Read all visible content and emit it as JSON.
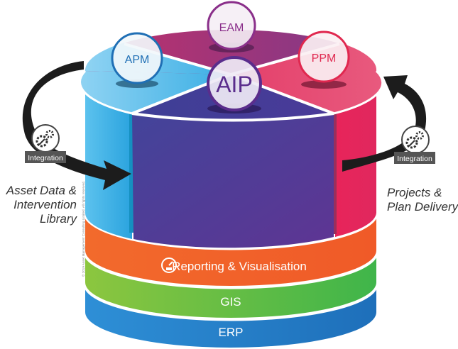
{
  "diagram": {
    "title": "AIP platform architecture",
    "modules": [
      {
        "id": "apm",
        "label": "APM",
        "color": "#1f6fb5"
      },
      {
        "id": "eam",
        "label": "EAM",
        "color": "#8a2f8a"
      },
      {
        "id": "ppm",
        "label": "PPM",
        "color": "#e0284f"
      },
      {
        "id": "aip",
        "label": "AIP",
        "color": "#5a2d8c"
      }
    ],
    "layers": [
      {
        "id": "reporting",
        "label": "Reporting & Visualisation",
        "icon": "speedometer-icon",
        "color": "#f05a28"
      },
      {
        "id": "gis",
        "label": "GIS",
        "color": "#5bbb46"
      },
      {
        "id": "erp",
        "label": "ERP",
        "color": "#1e73be"
      }
    ],
    "integrations": [
      {
        "id": "left",
        "label": "Integration",
        "icon": "gears-icon"
      },
      {
        "id": "right",
        "label": "Integration",
        "icon": "gears-icon"
      }
    ],
    "side_labels": {
      "left": [
        "Asset Data &",
        "Intervention",
        "Library"
      ],
      "right": [
        "Projects &",
        "Plan Delivery"
      ]
    },
    "copyright": "© 2019 Asset Management Consulting Limited. All rights reserved."
  }
}
